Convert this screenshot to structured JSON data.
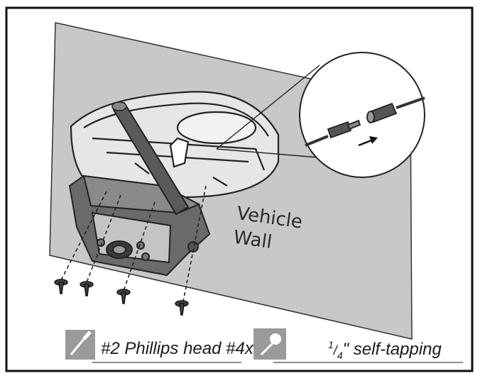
{
  "wall_label": {
    "line1": "Vehicle",
    "line2": "Wall"
  },
  "tools": {
    "screwdriver": {
      "icon": "screwdriver-icon",
      "text": "#2 Phillips head #4x"
    },
    "screw": {
      "icon": "screw-icon",
      "text": "1/4\" self-tapping",
      "fraction_numerator": "1",
      "fraction_denominator": "4",
      "suffix": "\" self-tapping"
    }
  },
  "colors": {
    "frame": "#111111",
    "wall": "#c8c8c8",
    "line": "#222222",
    "icon_bg": "#9a9a9a",
    "camera": "#6a6a6a"
  }
}
